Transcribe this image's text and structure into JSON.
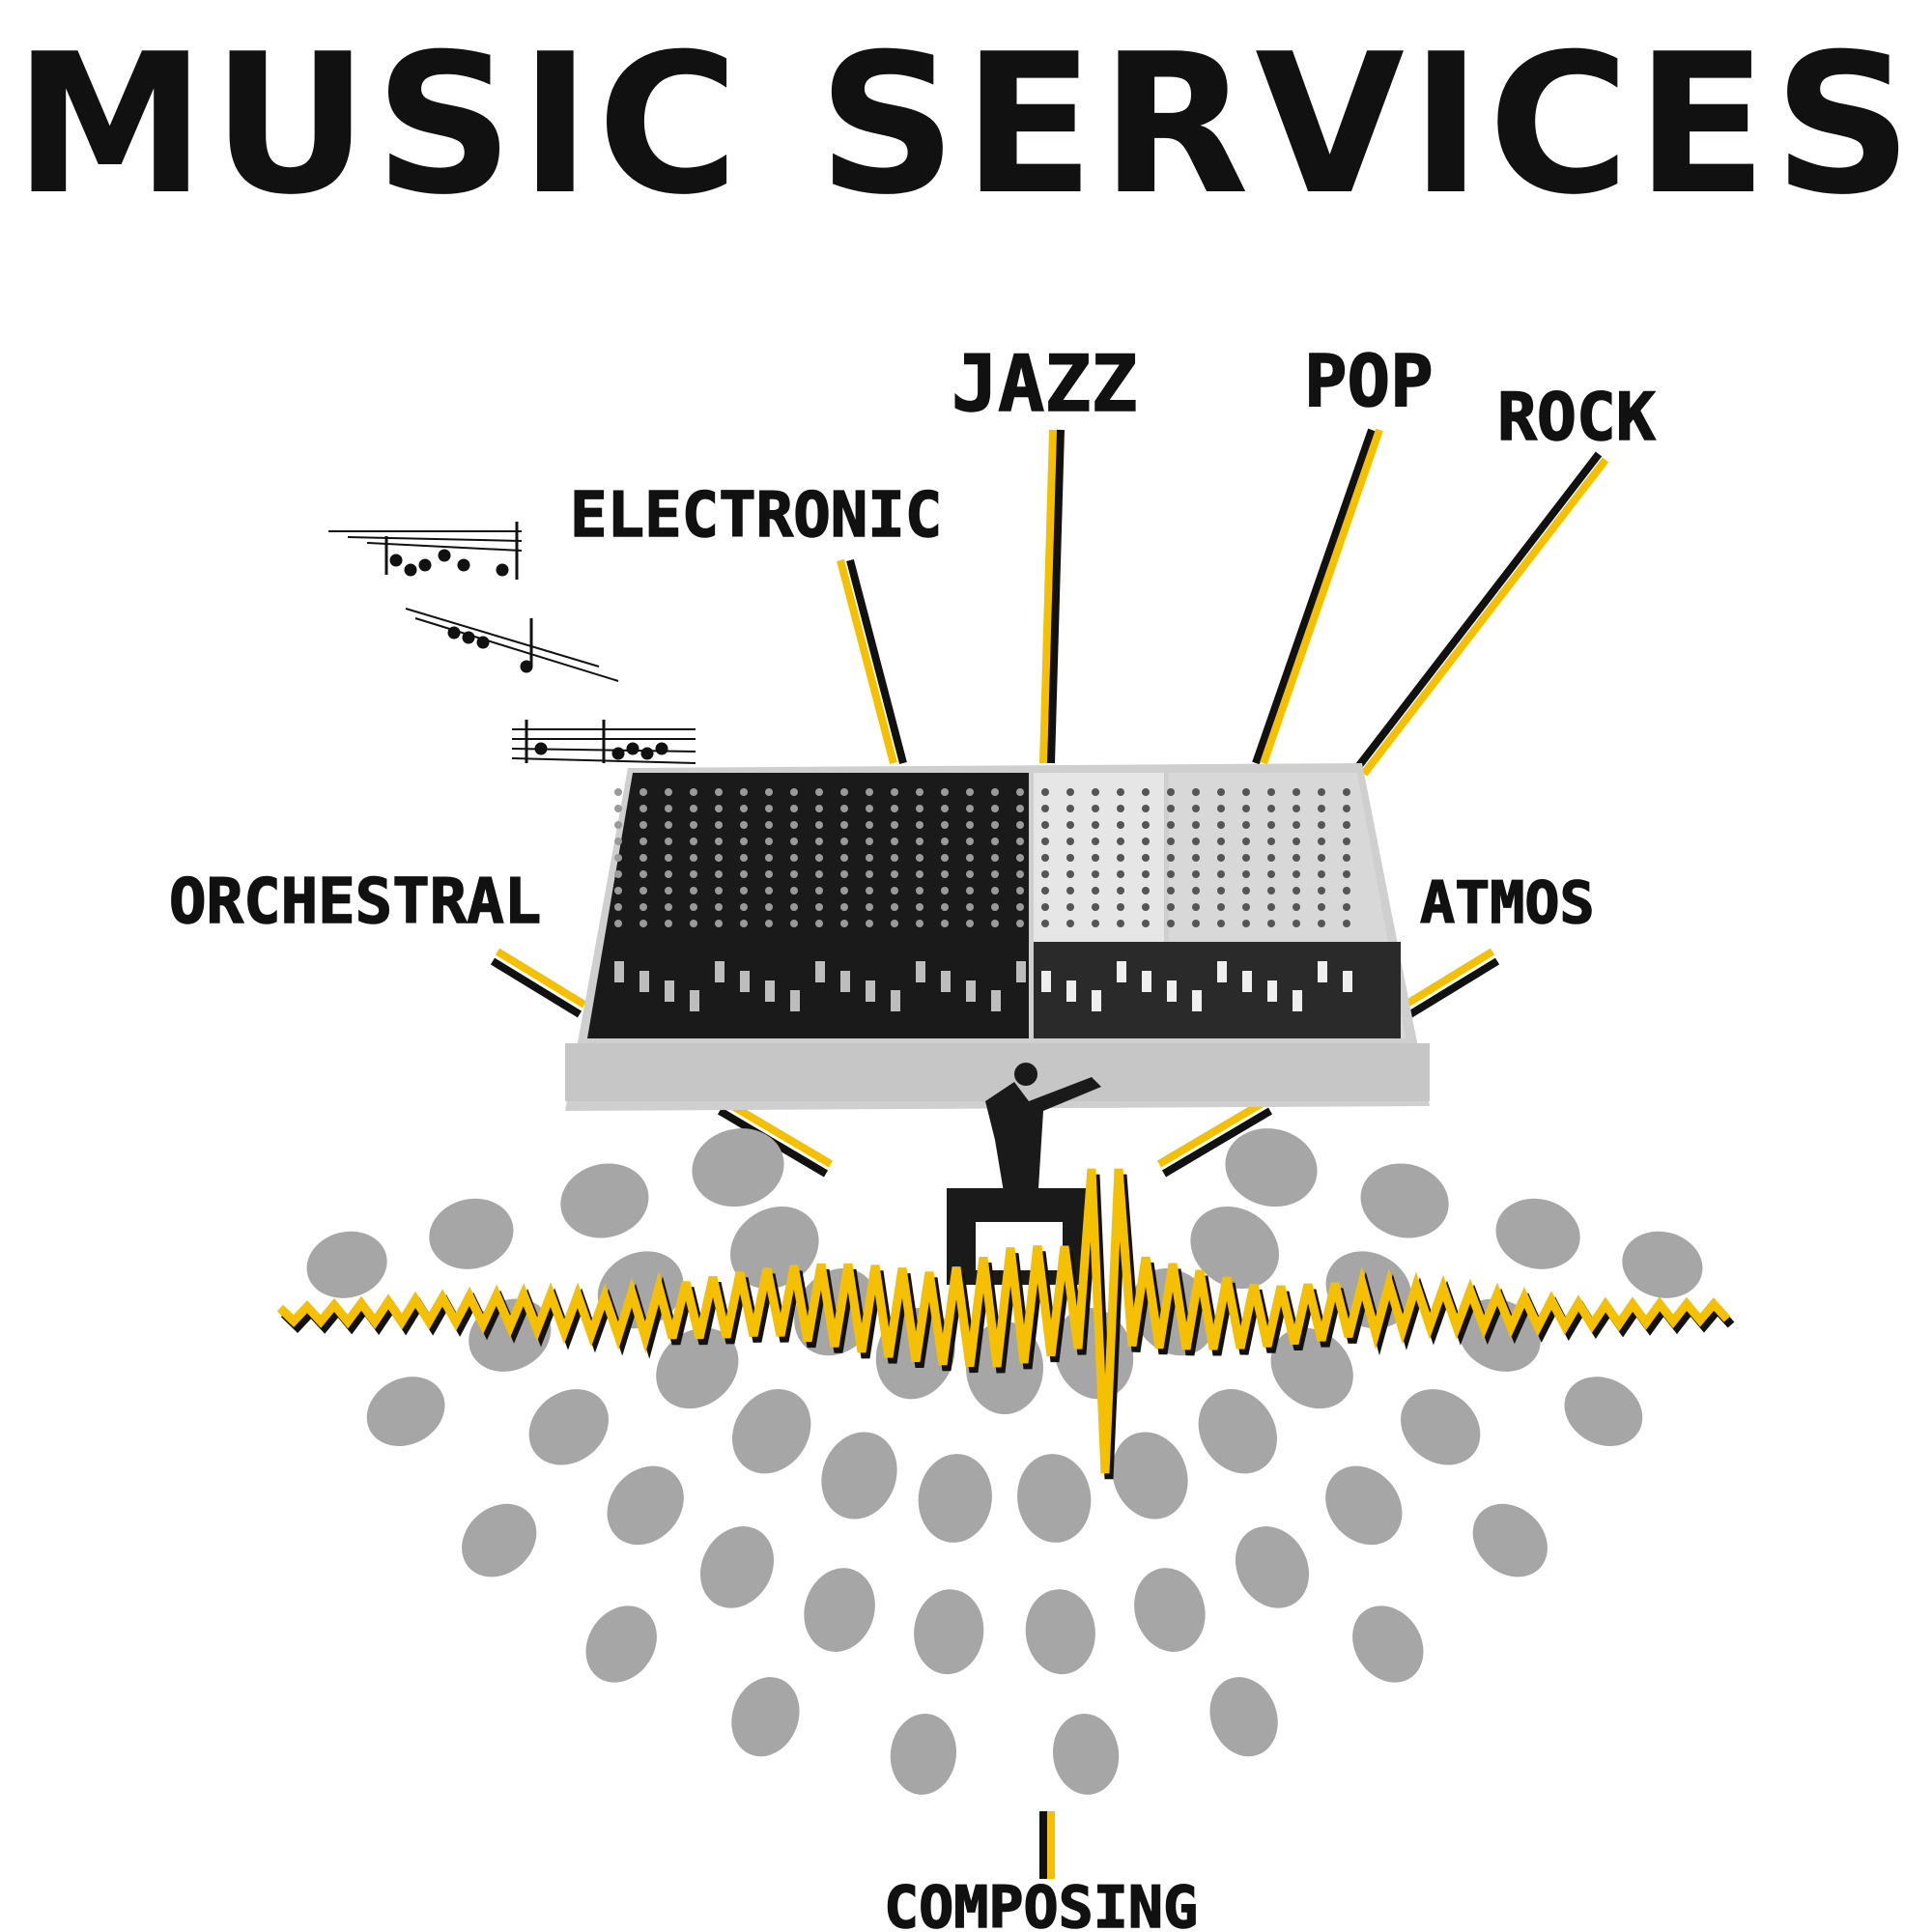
{
  "title": "MUSIC SERVICES",
  "colors": {
    "accent": "#f5c000",
    "ink": "#111111",
    "gray": "#a6a6a6",
    "console_light": "#cfcfcf"
  },
  "labels": {
    "electronic": "ELECTRONIC",
    "jazz": "JAZZ",
    "pop": "POP",
    "rock": "ROCK",
    "orchestral": "ORCHESTRAL",
    "atmos": "ATMOS",
    "composing": "COMPOSING"
  }
}
